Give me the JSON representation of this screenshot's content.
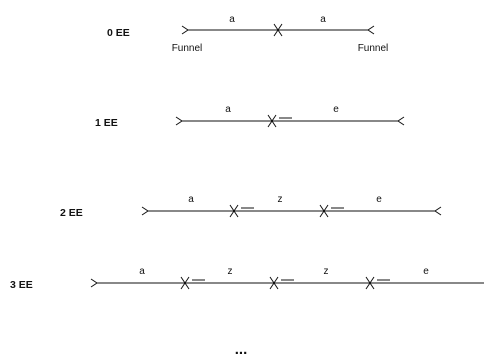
{
  "rows": [
    {
      "label": "0 EE",
      "segments": [
        "a",
        "a"
      ],
      "funnel_label": "Funnel"
    },
    {
      "label": "1 EE",
      "segments": [
        "a",
        "e"
      ]
    },
    {
      "label": "2 EE",
      "segments": [
        "a",
        "z",
        "e"
      ]
    },
    {
      "label": "3 EE",
      "segments": [
        "a",
        "z",
        "z",
        "e"
      ]
    }
  ],
  "ellipsis": "..."
}
